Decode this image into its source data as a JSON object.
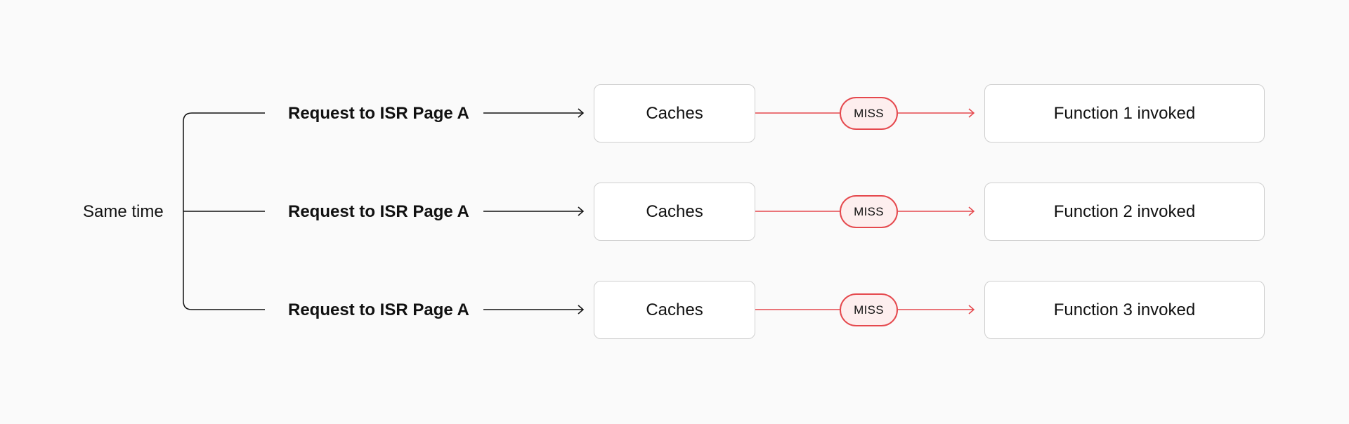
{
  "diagram": {
    "group_label": "Same time",
    "rows": [
      {
        "request_label": "Request to ISR Page A",
        "cache_label": "Caches",
        "status": "MISS",
        "result_label": "Function 1 invoked"
      },
      {
        "request_label": "Request to ISR Page A",
        "cache_label": "Caches",
        "status": "MISS",
        "result_label": "Function 2 invoked"
      },
      {
        "request_label": "Request to ISR Page A",
        "cache_label": "Caches",
        "status": "MISS",
        "result_label": "Function 3 invoked"
      }
    ],
    "colors": {
      "background": "#fafafa",
      "line": "#111111",
      "miss_accent": "#e5484d",
      "miss_fill": "#fdeeee",
      "box_border": "#cfcfcf"
    }
  }
}
